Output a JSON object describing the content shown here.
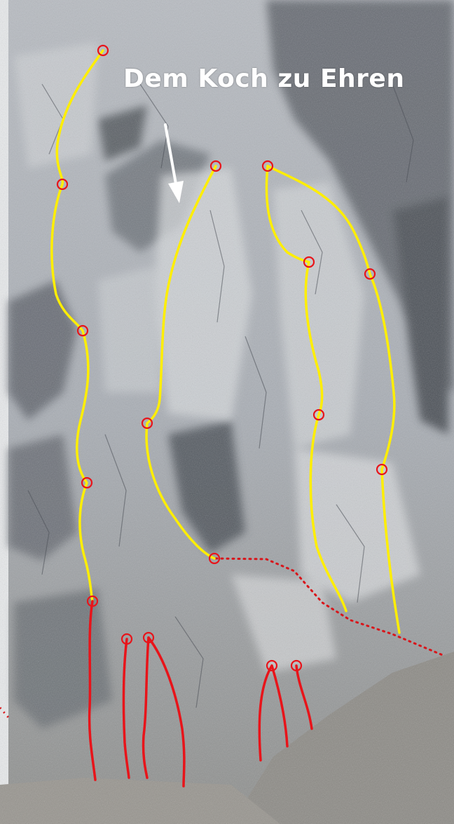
{
  "photo": {
    "subject": "climbing-topo-rock-face",
    "annotation_label": "Dem Koch zu Ehren",
    "colors": {
      "rock_light": "#c9ccd0",
      "rock_mid": "#9a9fa6",
      "rock_shadow": "#4e545c",
      "scree": "#8f8d88",
      "route_upper": "#ffee00",
      "route_lower": "#e8141a",
      "belay_ring": "#e8141a",
      "dotted_path": "#d8161b",
      "arrow": "#ffffff"
    },
    "upper_routes": 4,
    "lower_routes": 5
  }
}
